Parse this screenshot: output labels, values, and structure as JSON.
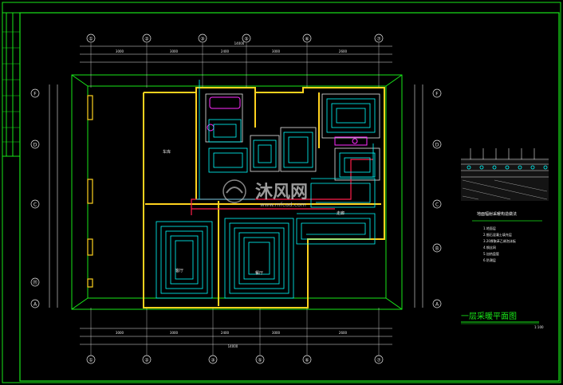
{
  "grid": {
    "columns": [
      "①",
      "②",
      "③",
      "⑤",
      "⑥",
      "⑦"
    ],
    "rows": [
      "F",
      "D",
      "C",
      "B",
      "A"
    ],
    "half_row": "Ⓗ"
  },
  "dims": {
    "top_total": "14000",
    "bottom_total": "14000",
    "top_segments": [
      "3000",
      "3000",
      "2400",
      "3000",
      "2600"
    ],
    "bottom_segments": [
      "3000",
      "3000",
      "2400",
      "3000",
      "2600"
    ]
  },
  "rooms": {
    "garage": "车库",
    "corridor": "走廊",
    "living": "客厅",
    "dining": "餐厅"
  },
  "detail": {
    "title": "地面辐射采暖构造做法",
    "layers": [
      "1.地面层",
      "2.细石混凝土填充层",
      "3.20厚聚苯乙烯泡沫板",
      "4.钢丝网",
      "5.加热盘管",
      "6.防潮层"
    ]
  },
  "plan": {
    "title": "一层采暖平面图",
    "scale": "1:100"
  },
  "watermark": {
    "brand": "沐风网",
    "url": "www.mfcad.com"
  },
  "colors": {
    "frame": "#19e619",
    "wall": "#ffd21e",
    "pipe": "#00ffff",
    "supply": "#ff1e4a",
    "dim": "#e8e8e8",
    "fixture": "#ff2bff"
  }
}
